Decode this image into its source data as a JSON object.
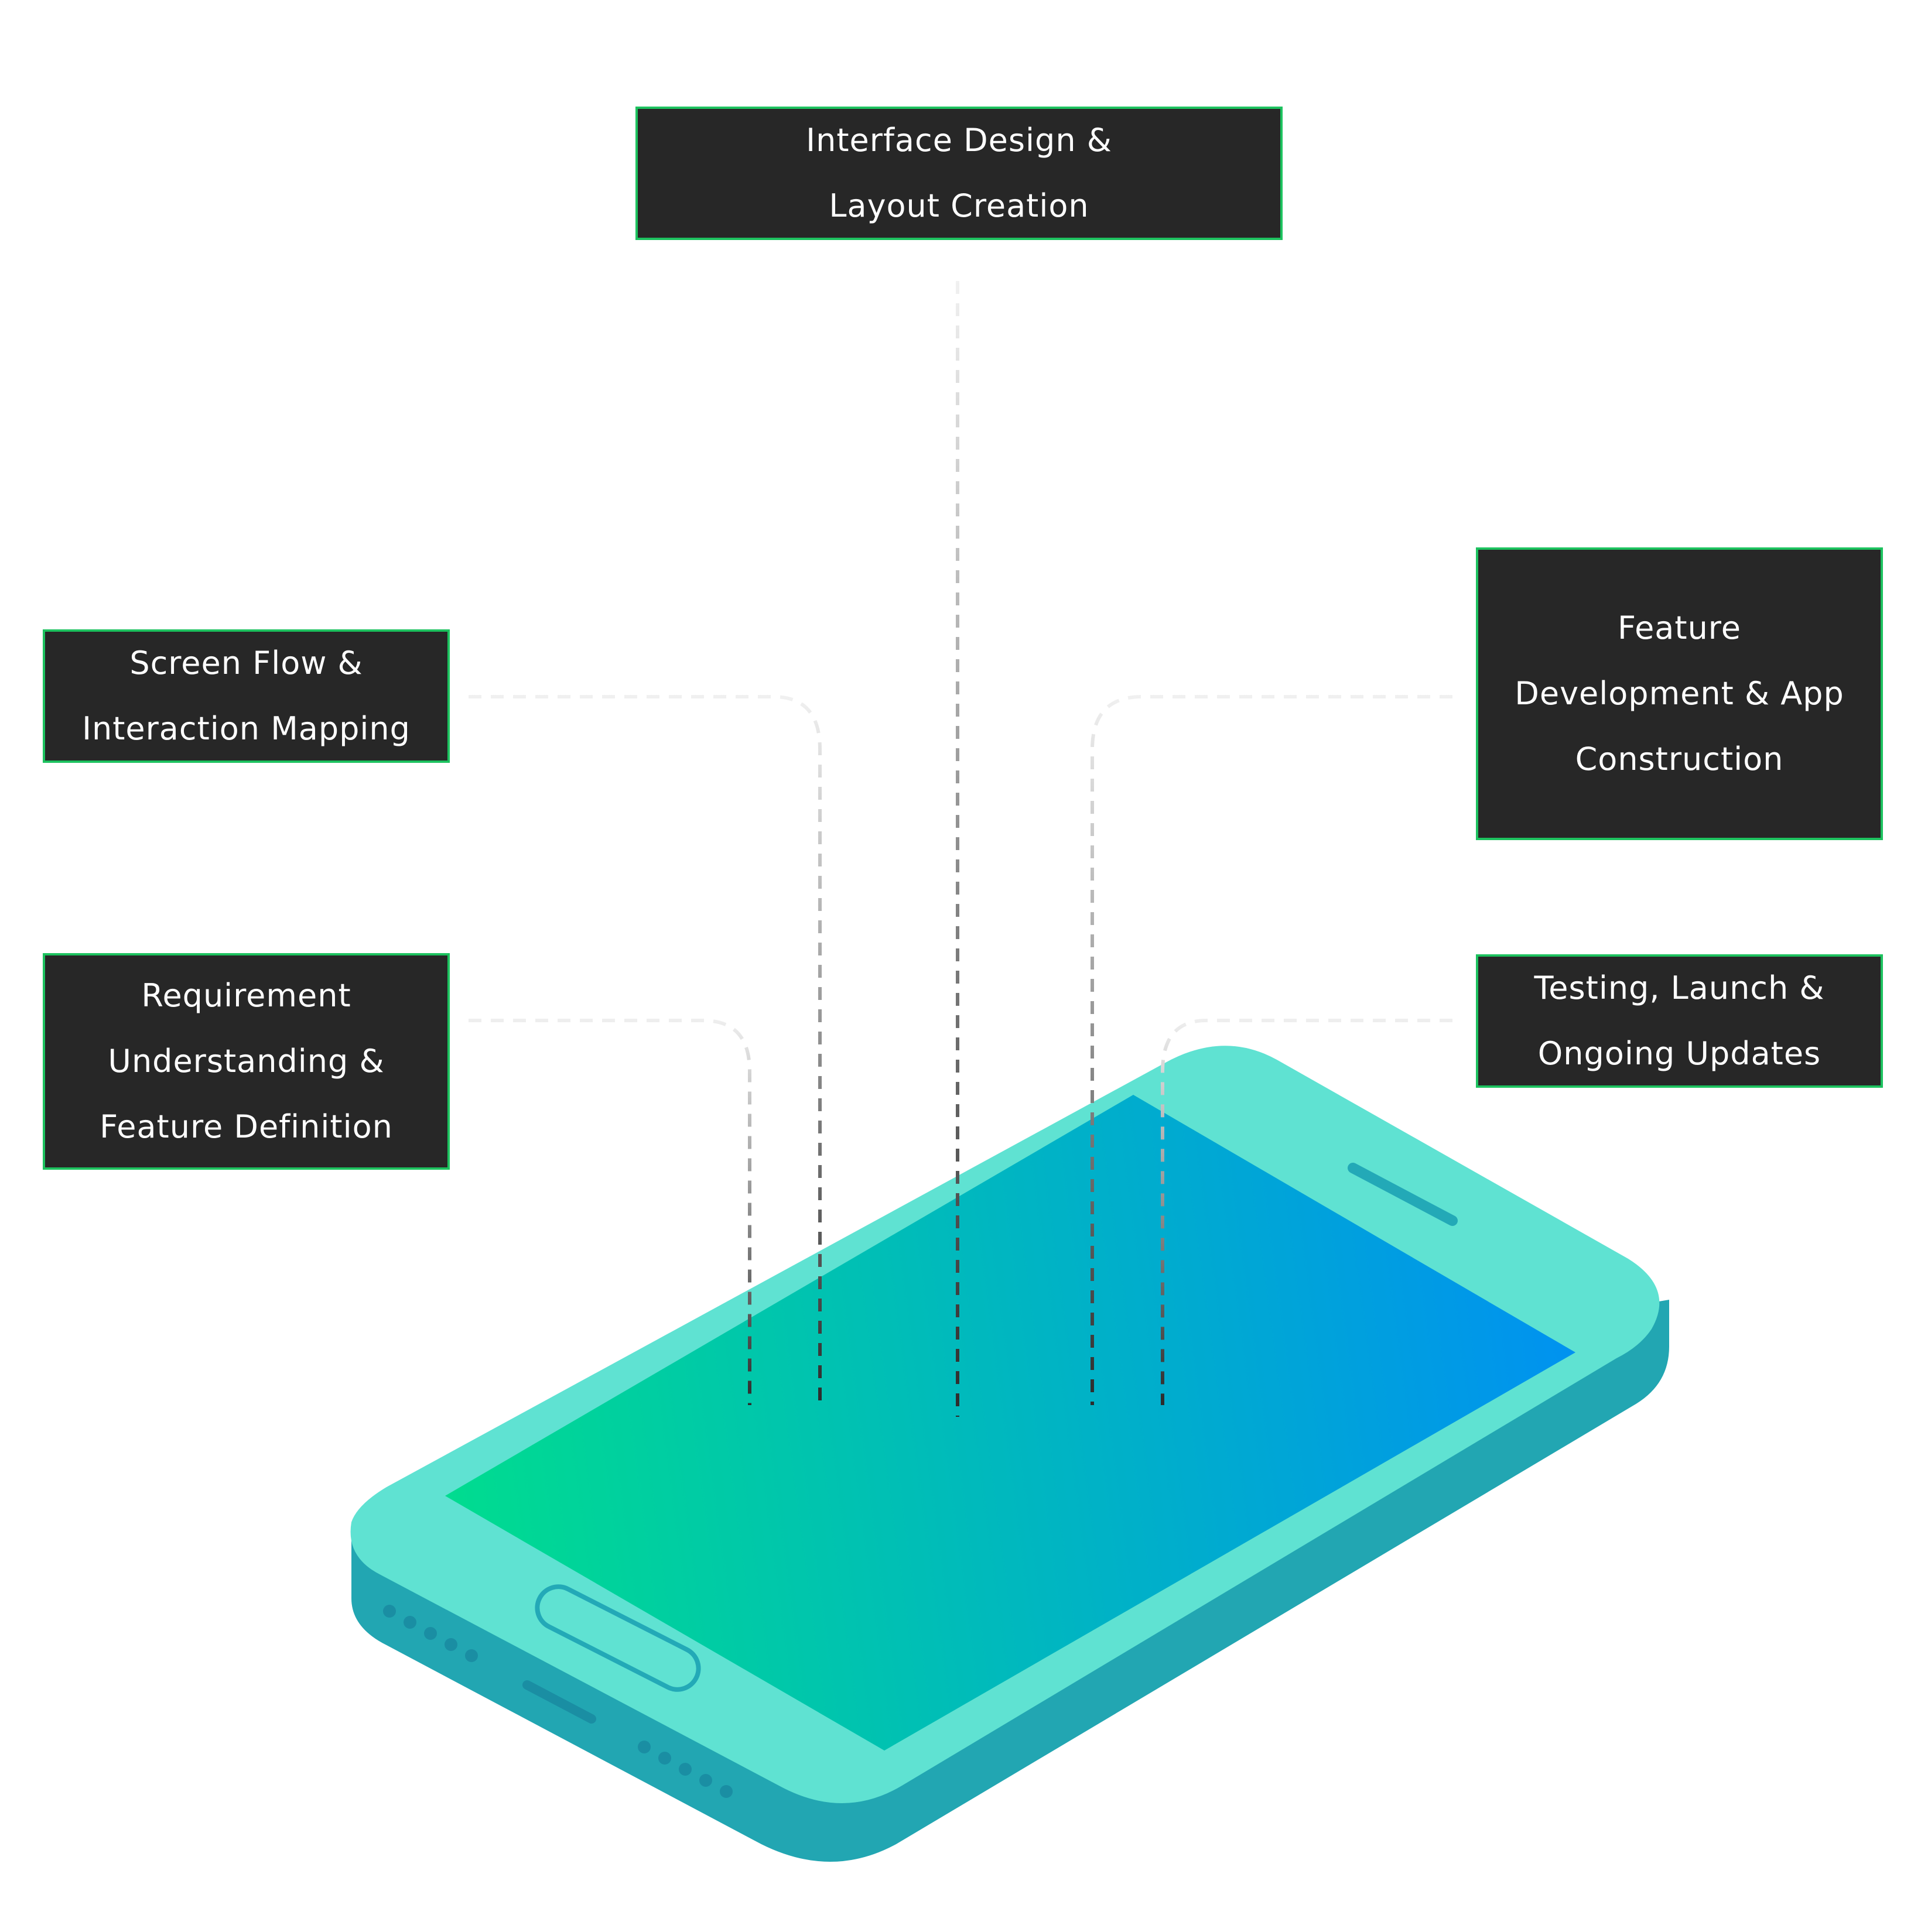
{
  "colors": {
    "box_fill": "#272727",
    "box_border": "#1dc25f",
    "phone_body": "#5fe2d2",
    "phone_side": "#22a6b2",
    "screen_start": "#00dc8f",
    "screen_end": "#0092f0"
  },
  "steps": [
    {
      "id": "requirement",
      "lines": [
        "Requirement",
        "Understanding &",
        "Feature Definition"
      ]
    },
    {
      "id": "screen-flow",
      "lines": [
        "Screen Flow &",
        "Interaction Mapping"
      ]
    },
    {
      "id": "interface-design",
      "lines": [
        "Interface Design &",
        "Layout Creation"
      ]
    },
    {
      "id": "feature-development",
      "lines": [
        "Feature",
        "Development & App",
        "Construction"
      ]
    },
    {
      "id": "testing",
      "lines": [
        "Testing, Launch &",
        "Ongoing Updates"
      ]
    }
  ]
}
